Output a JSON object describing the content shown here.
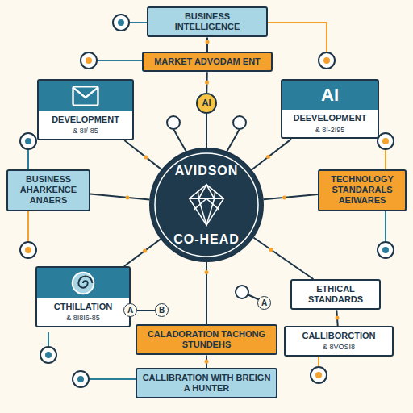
{
  "diagram": {
    "nodes": [
      {
        "text": [
          "BUSINESS INTELLIGENCE"
        ]
      },
      {
        "text": [
          "MARKET ADVODAM ENT"
        ]
      },
      {
        "text": [
          "AI"
        ]
      },
      {
        "text": [
          "DEVELOPMENT",
          "& 8I/-85"
        ]
      },
      {
        "text": [
          "AI",
          "DEEVELOPMENT",
          "& 8I-2I95"
        ]
      },
      {
        "text": [
          "BUSINESS AHARKENCE ANAERS"
        ]
      },
      {
        "text": [
          "TECHNOLOGY STANDARALS AEIWARES"
        ]
      },
      {
        "text": [
          "AVIDSON",
          "CO-HEAD"
        ]
      },
      {
        "text": [
          "CTHILLATION",
          "& 8I8I6-85"
        ]
      },
      {
        "text": [
          "ETHICAL STANDARDS"
        ]
      },
      {
        "text": [
          "CALLIBORCTION",
          "& 8VOSI8"
        ]
      },
      {
        "text": [
          "CALADORATION TACHONG STUNDEHS"
        ]
      },
      {
        "text": [
          "CALLIBRATION WITH BREIGN A HUNTER"
        ]
      }
    ],
    "edges": [
      {
        "from": 0,
        "to": 1,
        "arrow": "none"
      },
      {
        "from": 1,
        "to": 2,
        "arrow": "none"
      },
      {
        "from": 2,
        "to": 7,
        "arrow": "none"
      },
      {
        "from": 7,
        "to": 3,
        "arrow": "none"
      },
      {
        "from": 7,
        "to": 4,
        "arrow": "none"
      },
      {
        "from": 7,
        "to": 5,
        "arrow": "none"
      },
      {
        "from": 7,
        "to": 6,
        "arrow": "none"
      },
      {
        "from": 7,
        "to": 8,
        "arrow": "none"
      },
      {
        "from": 7,
        "to": 9,
        "arrow": "none"
      },
      {
        "from": 9,
        "to": 10,
        "arrow": "none"
      },
      {
        "from": 7,
        "to": 11,
        "arrow": "none"
      },
      {
        "from": 11,
        "to": 12,
        "arrow": "none"
      }
    ],
    "labels": [
      "A",
      "B",
      "A"
    ]
  }
}
